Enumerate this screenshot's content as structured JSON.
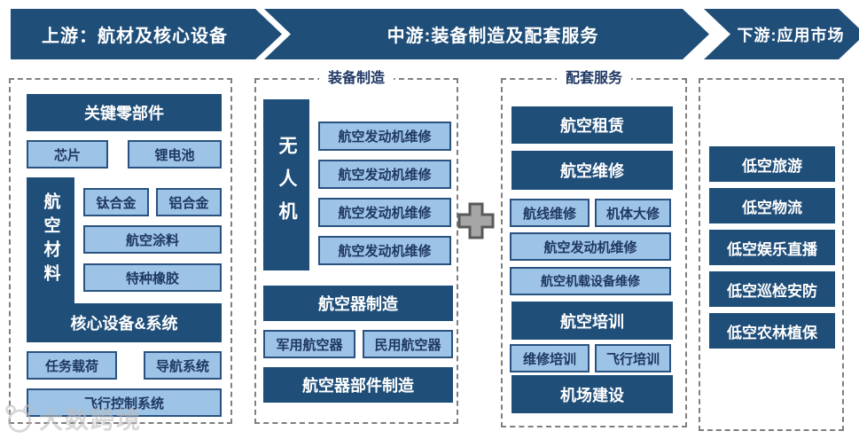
{
  "header": {
    "banners": [
      {
        "label": "上游：航材及核心设备"
      },
      {
        "label": "中游:装备制造及配套服务"
      },
      {
        "label": "下游:应用市场"
      }
    ]
  },
  "upstream": {
    "key_components_header": "关键零部件",
    "chip": "芯片",
    "lithium_battery": "锂电池",
    "aviation_materials": "航空材料",
    "titanium_alloy": "钛合金",
    "aluminum_alloy": "铝合金",
    "aviation_coating": "航空涂料",
    "special_rubber": "特种橡胶",
    "core_equipment_header": "核心设备&系统",
    "mission_payload": "任务载荷",
    "navigation_system": "导航系统",
    "flight_control_system": "飞行控制系统"
  },
  "mid_mfg": {
    "title": "装备制造",
    "uav": "无人机",
    "engine_boxes": [
      "航空发动机维修",
      "航空发动机维修",
      "航空发动机维修",
      "航空发动机维修"
    ],
    "aircraft_manufacturing": "航空器制造",
    "military_aircraft": "军用航空器",
    "civil_aircraft": "民用航空器",
    "aircraft_parts_manufacturing": "航空器部件制造"
  },
  "services": {
    "title": "配套服务",
    "aviation_leasing": "航空租赁",
    "aviation_maintenance": "航空维修",
    "line_maintenance": "航线维修",
    "airframe_overhaul": "机体大修",
    "engine_maintenance": "航空发动机维修",
    "airborne_equipment_maintenance": "航空机载设备维修",
    "aviation_training": "航空培训",
    "maintenance_training": "维修培训",
    "flight_training": "飞行培训",
    "airport_construction": "机场建设"
  },
  "downstream": {
    "items": [
      "低空旅游",
      "低空物流",
      "低空娱乐直播",
      "低空巡检安防",
      "低空农林植保"
    ]
  },
  "watermark": {
    "text": "大数跨境"
  },
  "colors": {
    "dark_blue": "#1F4E79",
    "light_blue": "#9DC3E6",
    "box_border": "#2A5280",
    "text_navy": "#1F3864",
    "dash_gray": "#7F7F7F",
    "plus_fill": "#A6A6A6",
    "plus_border": "#595959"
  }
}
